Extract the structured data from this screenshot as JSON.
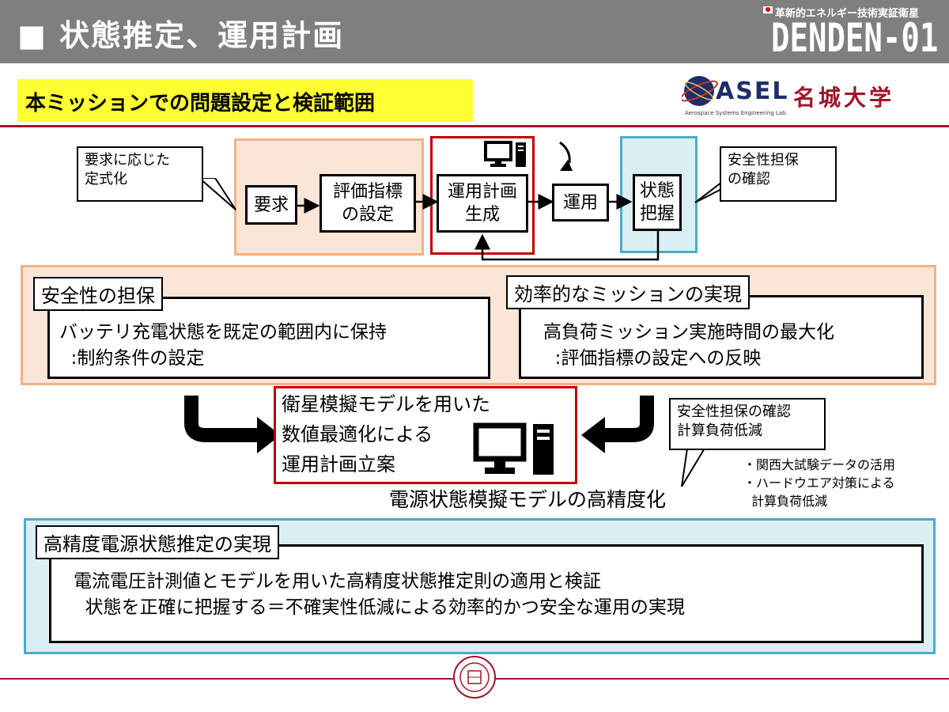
{
  "header": {
    "title": "■ 状態推定、運用計画",
    "brand_small": "革新的エネルギー技術実証衛星",
    "brand": "DENDEN-01"
  },
  "subtitle": "本ミッションでの問題設定と検証範囲",
  "logos": {
    "asel": "ASEL",
    "asel_sub": "Aerospace Systems Engineering Lab.",
    "meijo": "名城大学"
  },
  "flow": {
    "callout_left": "要求に応じた\n定式化",
    "req": "要求",
    "eval": "評価指標\nの設定",
    "plan": "運用計画\n生成",
    "ops": "運用",
    "state": "状態\n把握",
    "callout_right": "安全性担保\nの確認"
  },
  "safety": {
    "tag": "安全性の担保",
    "text": "バッテリ充電状態を既定の範囲内に保持\n  :制約条件の設定"
  },
  "efficiency": {
    "tag": "効率的なミッションの実現",
    "text": "高負荷ミッション実施時間の最大化\n  :評価指標の設定への反映"
  },
  "optimization": {
    "text": "衛星模擬モデルを用いた\n数値最適化による\n運用計画立案"
  },
  "model": {
    "callout": "安全性担保の確認\n計算負荷低減",
    "notes": "・関西大試験データの活用\n・ハードウエア対策による\n  計算負荷低減",
    "caption": "電源状態模擬モデルの高精度化"
  },
  "estimation": {
    "tag": "高精度電源状態推定の実現",
    "text": "電流電圧計測値とモデルを用いた高精度状態推定則の適用と検証\n  状態を正確に把握する＝不確実性低減による効率的かつ安全な運用の実現"
  },
  "colors": {
    "header_gray": "#7f7f7f",
    "highlight_yellow": "#ffff33",
    "orange_fill": "#fbe5d6",
    "orange_border": "#f4b183",
    "red_border": "#c00000",
    "blue_border": "#4bacc6",
    "blue_fill": "#dbeef4",
    "meijo_red": "#a0142c"
  },
  "icons": [
    "computer-icon",
    "antenna-icon",
    "university-seal-icon"
  ]
}
